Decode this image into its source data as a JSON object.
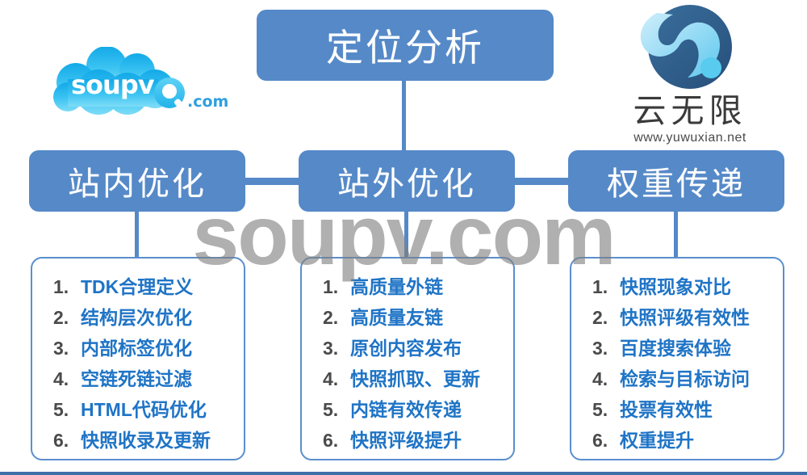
{
  "diagram": {
    "root": {
      "label": "定位分析"
    },
    "branches": [
      {
        "id": "onsite",
        "label": "站内优化"
      },
      {
        "id": "offsite",
        "label": "站外优化"
      },
      {
        "id": "weight",
        "label": "权重传递"
      }
    ],
    "columns": [
      {
        "id": "onsite",
        "items": [
          {
            "num": "1.",
            "text": "TDK合理定义"
          },
          {
            "num": "2.",
            "text": "结构层次优化"
          },
          {
            "num": "3.",
            "text": "内部标签优化"
          },
          {
            "num": "4.",
            "text": "空链死链过滤"
          },
          {
            "num": "5.",
            "text": "HTML代码优化"
          },
          {
            "num": "6.",
            "text": "快照收录及更新"
          }
        ]
      },
      {
        "id": "offsite",
        "items": [
          {
            "num": "1.",
            "text": "高质量外链"
          },
          {
            "num": "2.",
            "text": "高质量友链"
          },
          {
            "num": "3.",
            "text": "原创内容发布"
          },
          {
            "num": "4.",
            "text": "快照抓取、更新"
          },
          {
            "num": "5.",
            "text": "内链有效传递"
          },
          {
            "num": "6.",
            "text": "快照评级提升"
          }
        ]
      },
      {
        "id": "weight",
        "items": [
          {
            "num": "1.",
            "text": "快照现象对比"
          },
          {
            "num": "2.",
            "text": "快照评级有效性"
          },
          {
            "num": "3.",
            "text": "百度搜索体验"
          },
          {
            "num": "4.",
            "text": "检索与目标访问"
          },
          {
            "num": "5.",
            "text": "投票有效性"
          },
          {
            "num": "6.",
            "text": "权重提升"
          }
        ]
      }
    ]
  },
  "watermark": {
    "text": "soupv.com"
  },
  "logo_left": {
    "name": "soupv-cloud-logo",
    "wordmark": "soupv",
    "suffix": ".com",
    "icon": "magnifier-icon"
  },
  "logo_right": {
    "name": "yuwuxian-logo",
    "brand": "云无限",
    "url": "www.yuwuxian.net",
    "icon": "circle-swirl-icon"
  },
  "colors": {
    "box_blue": "#5589c8",
    "list_border": "#5a8fcd",
    "list_text": "#1f74c6",
    "list_number": "#4a4a4a",
    "watermark_gray": "#808080",
    "logo_dark_blue": "#2e5f8f",
    "logo_light_blue": "#7fd4f0",
    "bottom_strip": "#3f6fa8"
  }
}
